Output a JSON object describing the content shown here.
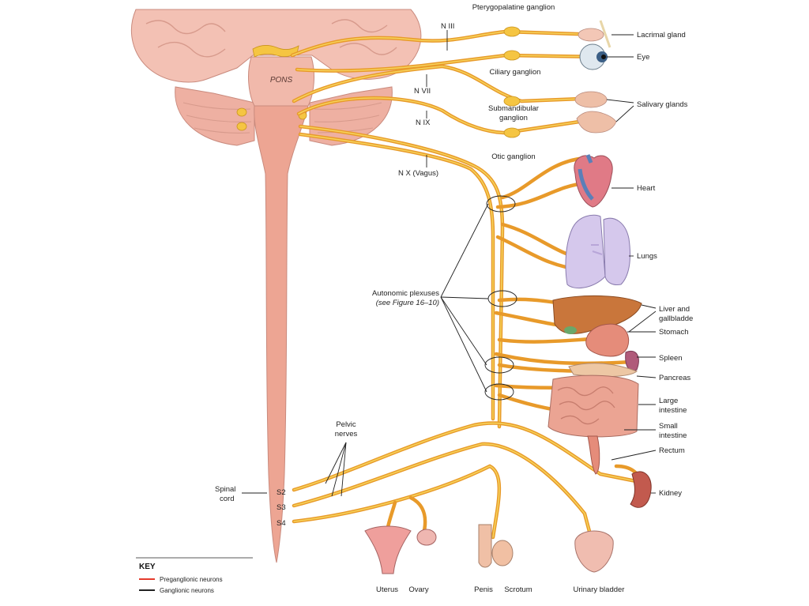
{
  "labels": {
    "pterygopalatine": "Pterygopalatine ganglion",
    "n3": "N III",
    "lacrimal": "Lacrimal gland",
    "eye": "Eye",
    "ciliary": "Ciliary ganglion",
    "n7": "N VII",
    "submandibular_1": "Submandibular",
    "submandibular_2": "ganglion",
    "salivary": "Salivary glands",
    "n9": "N IX",
    "otic": "Otic ganglion",
    "n10": "N X (Vagus)",
    "heart": "Heart",
    "lungs": "Lungs",
    "plexuses_1": "Autonomic plexuses",
    "plexuses_2": "(see Figure 16–10)",
    "liver_1": "Liver and",
    "liver_2": "gallbladde",
    "stomach": "Stomach",
    "spleen": "Spleen",
    "pancreas": "Pancreas",
    "large_1": "Large",
    "large_2": "intestine",
    "small_1": "Small",
    "small_2": "intestine",
    "rectum": "Rectum",
    "kidney": "Kidney",
    "pelvic_1": "Pelvic",
    "pelvic_2": "nerves",
    "spinal_1": "Spinal",
    "spinal_2": "cord",
    "s2": "S2",
    "s3": "S3",
    "s4": "S4",
    "uterus": "Uterus",
    "ovary": "Ovary",
    "penis": "Penis",
    "scrotum": "Scrotum",
    "bladder": "Urinary bladder",
    "pons": "PONS"
  },
  "key": {
    "title": "KEY",
    "pre": "Preganglionic neurons",
    "gang": "Ganglionic neurons",
    "pre_color": "#e53b2c",
    "gang_color": "#222222"
  },
  "colors": {
    "nerve": "#e89a2a",
    "brain": "#f0b7aa",
    "cord": "#eda593"
  }
}
